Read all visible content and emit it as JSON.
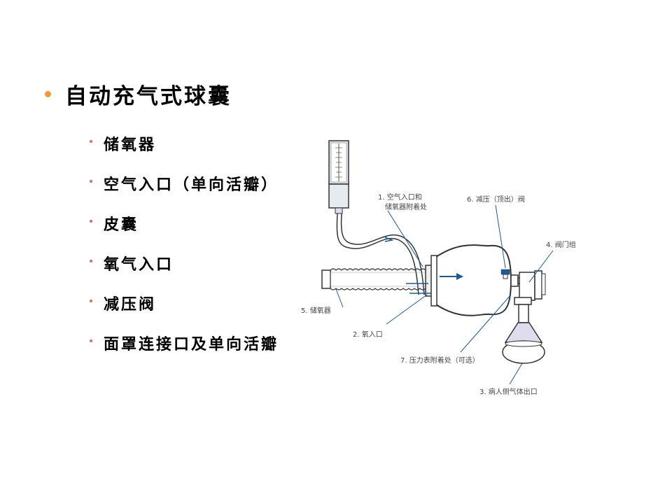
{
  "title": "自动充气式球囊",
  "items": [
    "储氧器",
    "空气入口（单向活瓣）",
    "皮囊",
    "氧气入口",
    "减压阀",
    "面罩连接口及单向活瓣"
  ],
  "figure": {
    "labels": {
      "l1a": "1. 空气入口和",
      "l1b": "储氧器附着处",
      "l2": "2. 氧入口",
      "l3": "3. 病人侧气体出口",
      "l4": "4. 阀门组",
      "l5": "5. 储氧器",
      "l6": "6. 减压（顶出）阀",
      "l7": "7. 压力表附着处（可选）"
    }
  },
  "colors": {
    "title_bullet": "#f29a3a",
    "item_bullet": "#e06a58",
    "accent_blue": "#1a5a9a"
  }
}
